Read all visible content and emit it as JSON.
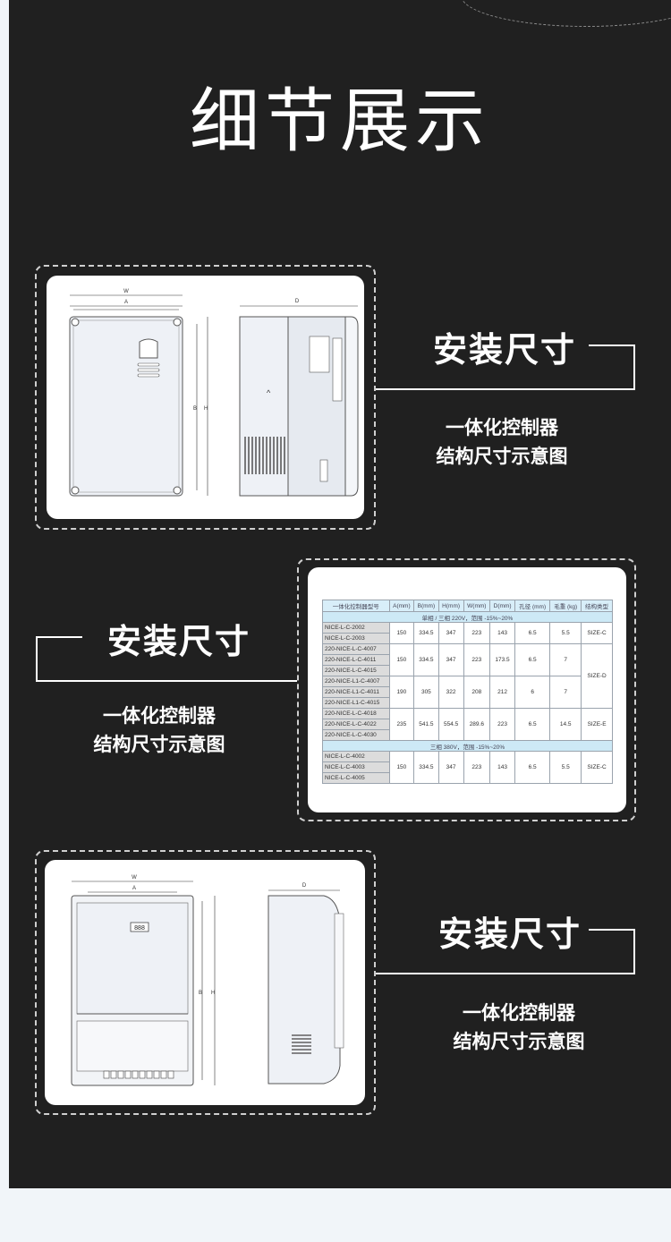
{
  "page": {
    "title": "细节展示"
  },
  "sections": [
    {
      "label": "安装尺寸",
      "sub_line1": "一体化控制器",
      "sub_line2": "结构尺寸示意图"
    },
    {
      "label": "安装尺寸",
      "sub_line1": "一体化控制器",
      "sub_line2": "结构尺寸示意图"
    },
    {
      "label": "安装尺寸",
      "sub_line1": "一体化控制器",
      "sub_line2": "结构尺寸示意图"
    }
  ],
  "drawing1": {
    "w": "W",
    "a": "A",
    "b": "B",
    "h": "H",
    "d": "D"
  },
  "drawing3": {
    "w": "W",
    "a": "A",
    "b": "B",
    "h": "H",
    "d": "D",
    "display": "888"
  },
  "spec_table": {
    "headers": [
      "一体化控制器型号",
      "A(mm)",
      "B(mm)",
      "H(mm)",
      "W(mm)",
      "D(mm)",
      "孔径 (mm)",
      "毛重 (kg)",
      "结构类型"
    ],
    "band1": "单相 / 三相 220V，范围 -15%~20%",
    "band2": "三相 380V，范围 -15%~20%",
    "groups": [
      {
        "models": [
          "NICE-L-C-2002",
          "NICE-L-C-2003"
        ],
        "values": [
          "150",
          "334.5",
          "347",
          "223",
          "143",
          "6.5",
          "5.5"
        ],
        "size": "SIZE-C"
      },
      {
        "models": [
          "220-NICE-L-C-4007",
          "220-NICE-L-C-4011",
          "220-NICE-L-C-4015"
        ],
        "values": [
          "150",
          "334.5",
          "347",
          "223",
          "173.5",
          "6.5",
          "7"
        ],
        "size": "SIZE-D"
      },
      {
        "models": [
          "220-NICE-L1-C-4007",
          "220-NICE-L1-C-4011",
          "220-NICE-L1-C-4015"
        ],
        "values": [
          "190",
          "305",
          "322",
          "208",
          "212",
          "6",
          "7"
        ]
      },
      {
        "models": [
          "220-NICE-L-C-4018",
          "220-NICE-L-C-4022",
          "220-NICE-L-C-4030"
        ],
        "values": [
          "235",
          "541.5",
          "554.5",
          "289.6",
          "223",
          "6.5",
          "14.5"
        ],
        "size": "SIZE-E"
      },
      {
        "models": [
          "NICE-L-C-4002",
          "NICE-L-C-4003",
          "NICE-L-C-4005"
        ],
        "values": [
          "150",
          "334.5",
          "347",
          "223",
          "143",
          "6.5",
          "5.5"
        ],
        "size": "SIZE-C"
      }
    ]
  }
}
